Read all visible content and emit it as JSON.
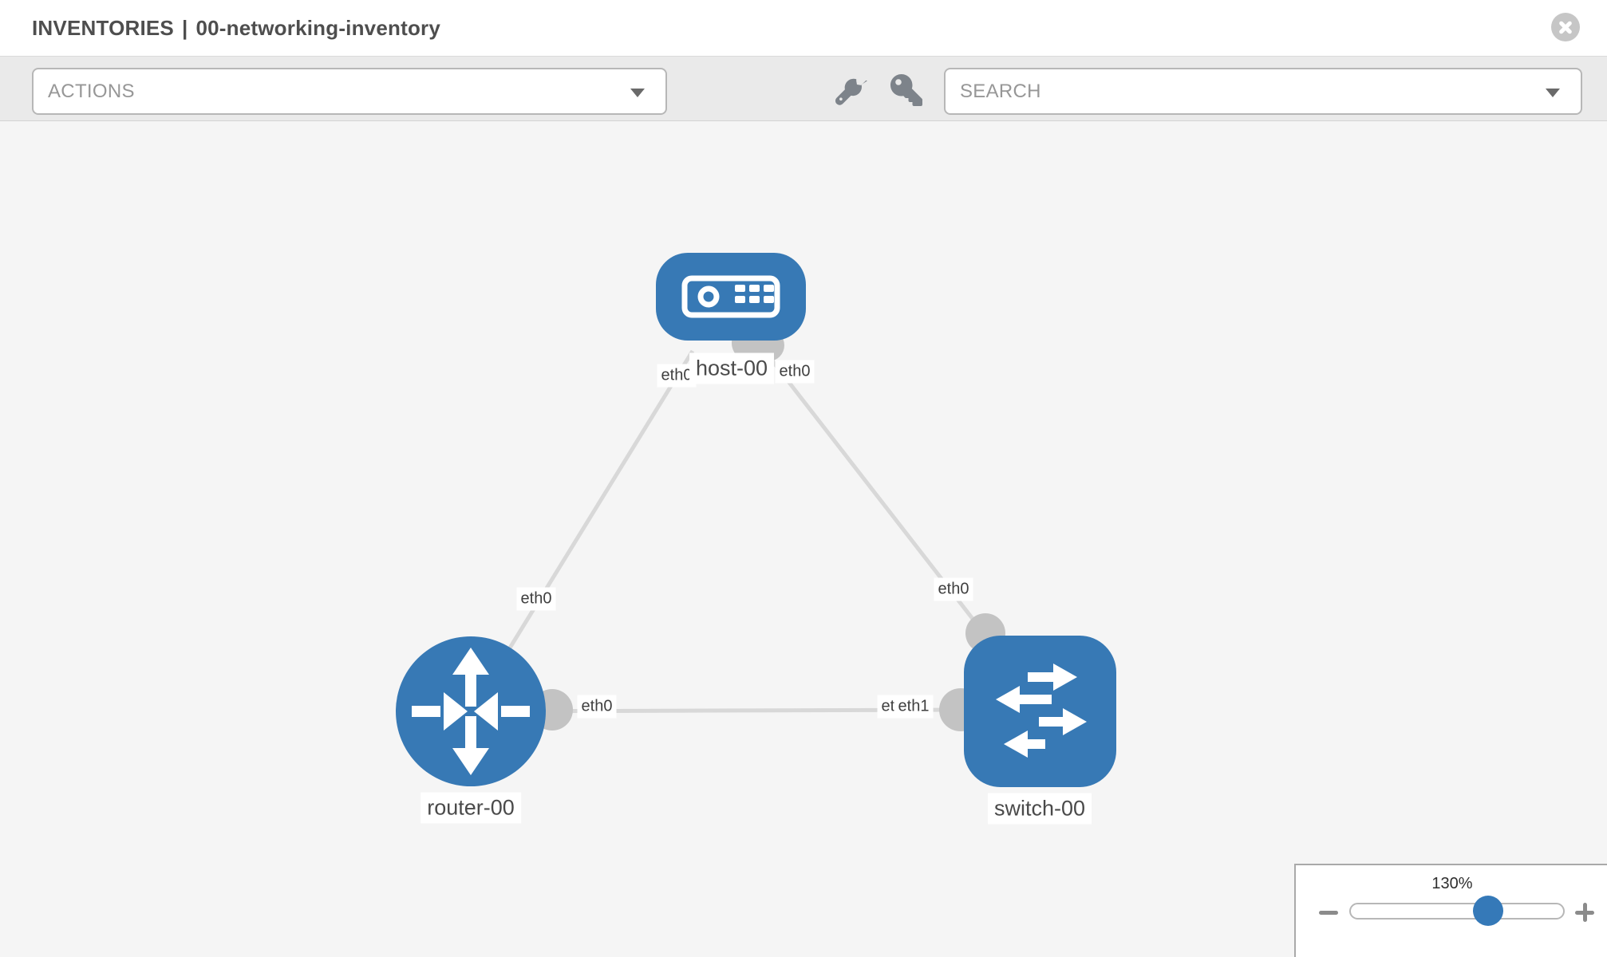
{
  "header": {
    "breadcrumb_section": "INVENTORIES",
    "separator": "|",
    "inventory_name": "00-networking-inventory",
    "close_icon": "close-x"
  },
  "toolbar": {
    "actions_placeholder": "ACTIONS",
    "search_placeholder": "SEARCH",
    "wrench_icon": "wrench",
    "key_icon": "key",
    "dropdown_caret_icon": "chevron-down"
  },
  "topology": {
    "nodes": [
      {
        "name": "host-00",
        "type": "host"
      },
      {
        "name": "router-00",
        "type": "router"
      },
      {
        "name": "switch-00",
        "type": "switch"
      }
    ],
    "links": [
      {
        "source": "router-00",
        "source_interface": "eth0",
        "target": "host-00",
        "target_interface": "eth0"
      },
      {
        "source": "host-00",
        "source_interface": "eth0",
        "target": "switch-00",
        "target_interface": "eth0"
      },
      {
        "source": "router-00",
        "source_interface": "eth0",
        "target": "switch-00",
        "target_interface": "eth1"
      }
    ],
    "interface_labels": {
      "host_left": "eth0",
      "host_right": "eth0",
      "router_top": "eth0",
      "router_right": "eth0",
      "switch_top": "eth0",
      "switch_left_back": "eth0",
      "switch_left_front": "eth1"
    }
  },
  "zoom_control": {
    "level": "130%",
    "zoom_out_icon": "minus",
    "zoom_in_icon": "plus"
  },
  "colors": {
    "node_blue": "#3779b5",
    "link_gray": "#d8d8d8",
    "interface_dot_gray": "#c3c3c3",
    "canvas_bg": "#f5f5f5",
    "toolbar_bg": "#eaeaea"
  }
}
